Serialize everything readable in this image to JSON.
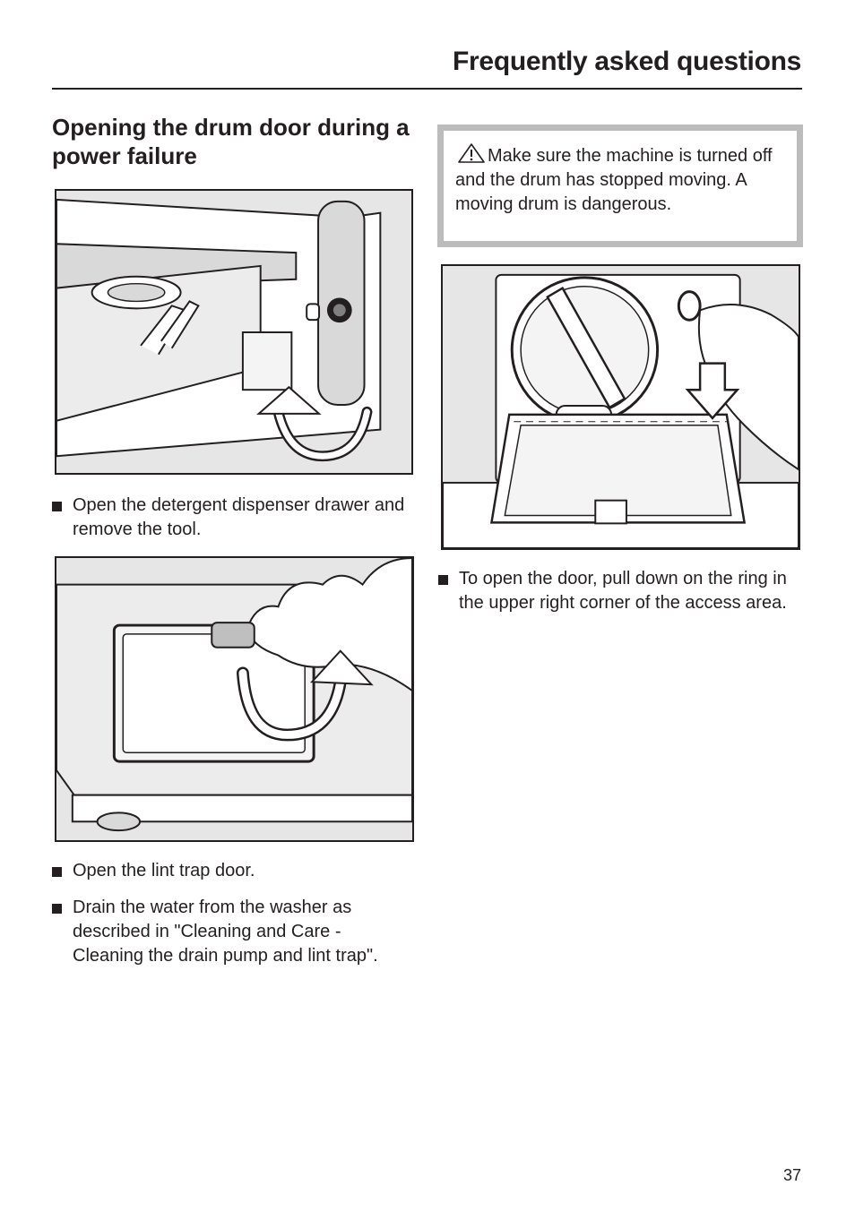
{
  "header": {
    "title": "Frequently asked questions"
  },
  "section": {
    "title": "Opening the drum door during a power failure"
  },
  "steps_left": [
    {
      "text": "Open the detergent dispenser drawer and remove the tool."
    },
    {
      "text": "Open the lint trap door."
    },
    {
      "text": "Drain the water from the washer as described in \"Cleaning and Care - Cleaning the drain pump and lint trap\"."
    }
  ],
  "warning": {
    "icon": "warning-triangle-icon",
    "text": "Make sure the machine is turned off and the drum has stopped moving. A moving drum is dangerous."
  },
  "steps_right": [
    {
      "text": "To open the door, pull down on the ring in the upper right corner of the access area."
    }
  ],
  "figures": [
    {
      "name": "dispenser-drawer-tool-illustration"
    },
    {
      "name": "lint-trap-door-illustration"
    },
    {
      "name": "drum-door-ring-illustration"
    }
  ],
  "footer": {
    "page_number": "37"
  }
}
